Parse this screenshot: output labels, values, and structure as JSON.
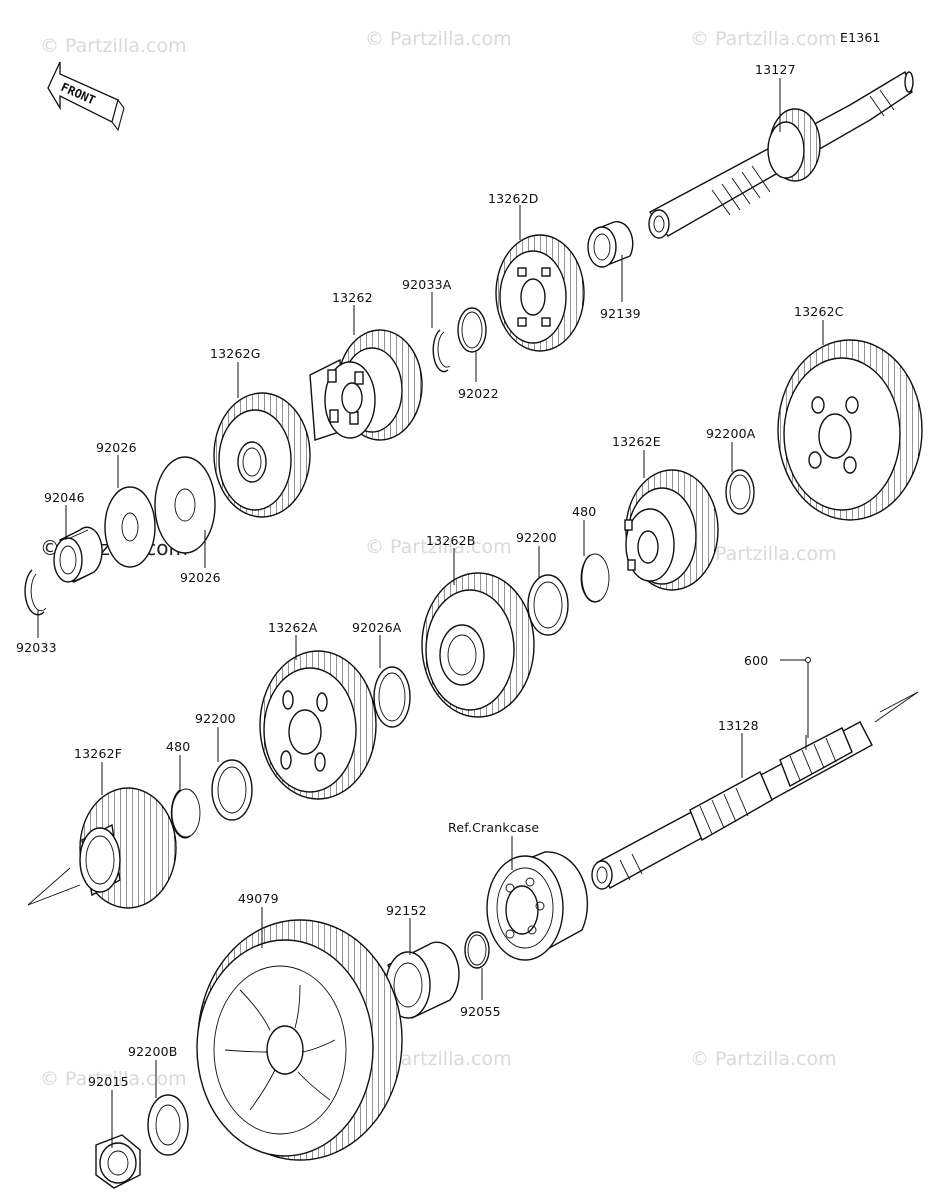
{
  "diagram_code": "E1361",
  "front_label": "FRONT",
  "watermarks": {
    "light": "© Partzilla.com",
    "dark": "©Partzilla.com"
  },
  "parts": {
    "p13127": "13127",
    "p13262D": "13262D",
    "p92139": "92139",
    "p13262": "13262",
    "p92033A": "92033A",
    "p92022": "92022",
    "p13262G": "13262G",
    "p13262C": "13262C",
    "p92026_top": "92026",
    "p92026_bot": "92026",
    "p92046": "92046",
    "p92033": "92033",
    "p13262E": "13262E",
    "p92200A": "92200A",
    "p480_a": "480",
    "p92200_a": "92200",
    "p13262B": "13262B",
    "p13262A": "13262A",
    "p92026A": "92026A",
    "p600": "600",
    "p13128": "13128",
    "p92200_b": "92200",
    "p480_b": "480",
    "p13262F": "13262F",
    "refcrankcase": "Ref.Crankcase",
    "p49079": "49079",
    "p92152": "92152",
    "p92055": "92055",
    "p92200B": "92200B",
    "p92015": "92015"
  }
}
